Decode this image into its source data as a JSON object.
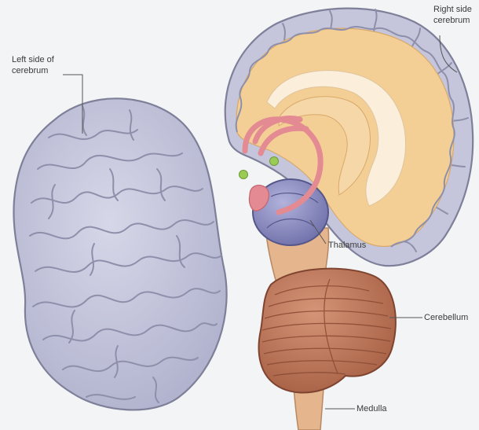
{
  "labels": {
    "left_cerebrum_line1": "Left side of",
    "left_cerebrum_line2": "cerebrum",
    "right_cerebrum_line1": "Right side",
    "right_cerebrum_line2": "cerebrum",
    "thalamus": "Thalamus",
    "cerebellum": "Cerebellum",
    "medulla": "Medulla"
  },
  "colors": {
    "background": "#f3f4f5",
    "cerebrum": "#c5c6dc",
    "cerebrum_outline": "#7e7f99",
    "inner_section": "#f3cf95",
    "white_matter": "#fbeedb",
    "thalamus": "#8f8fc2",
    "fornix": "#e38a93",
    "cerebellum": "#c77a58",
    "brainstem": "#e5b58d",
    "green_spots": "#9acc55"
  }
}
